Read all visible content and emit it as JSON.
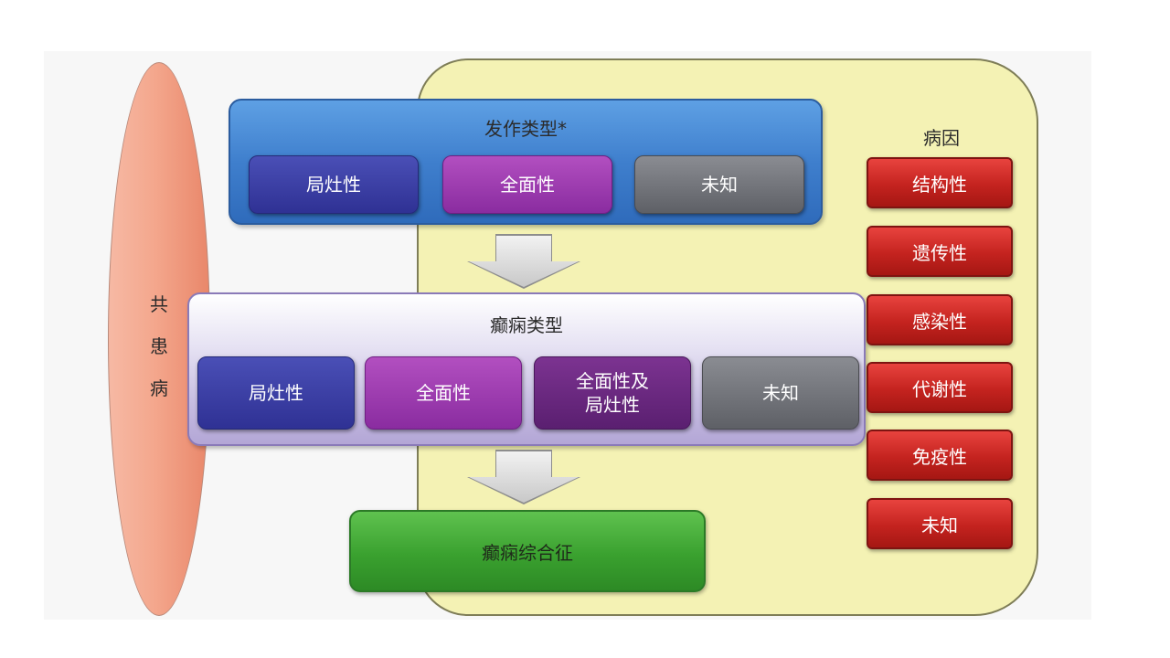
{
  "diagram": {
    "comorbidities": {
      "chars": [
        "共",
        "患",
        "病"
      ]
    },
    "seizure_types": {
      "title": "发作类型*",
      "items": [
        "局灶性",
        "全面性",
        "未知"
      ]
    },
    "epilepsy_types": {
      "title": "癫痫类型",
      "items": [
        "局灶性",
        "全面性",
        "全面性及\n局灶性",
        "未知"
      ]
    },
    "syndrome": "癫痫综合征",
    "etiology": {
      "title": "病因",
      "items": [
        "结构性",
        "遗传性",
        "感染性",
        "代谢性",
        "免疫性",
        "未知"
      ]
    }
  },
  "colors": {
    "seizure_panel": "#3f7fcd",
    "epilepsy_panel": "#c8bfe2",
    "focal": "#2f3194",
    "generalized": "#8a2ca0",
    "combined": "#5a1f70",
    "unknown": "#5e6066",
    "syndrome": "#3aa12f",
    "etiology_box": "#c4231f",
    "etiology_panel": "#f4f2b4",
    "comorbidities": "#f4a78d"
  }
}
